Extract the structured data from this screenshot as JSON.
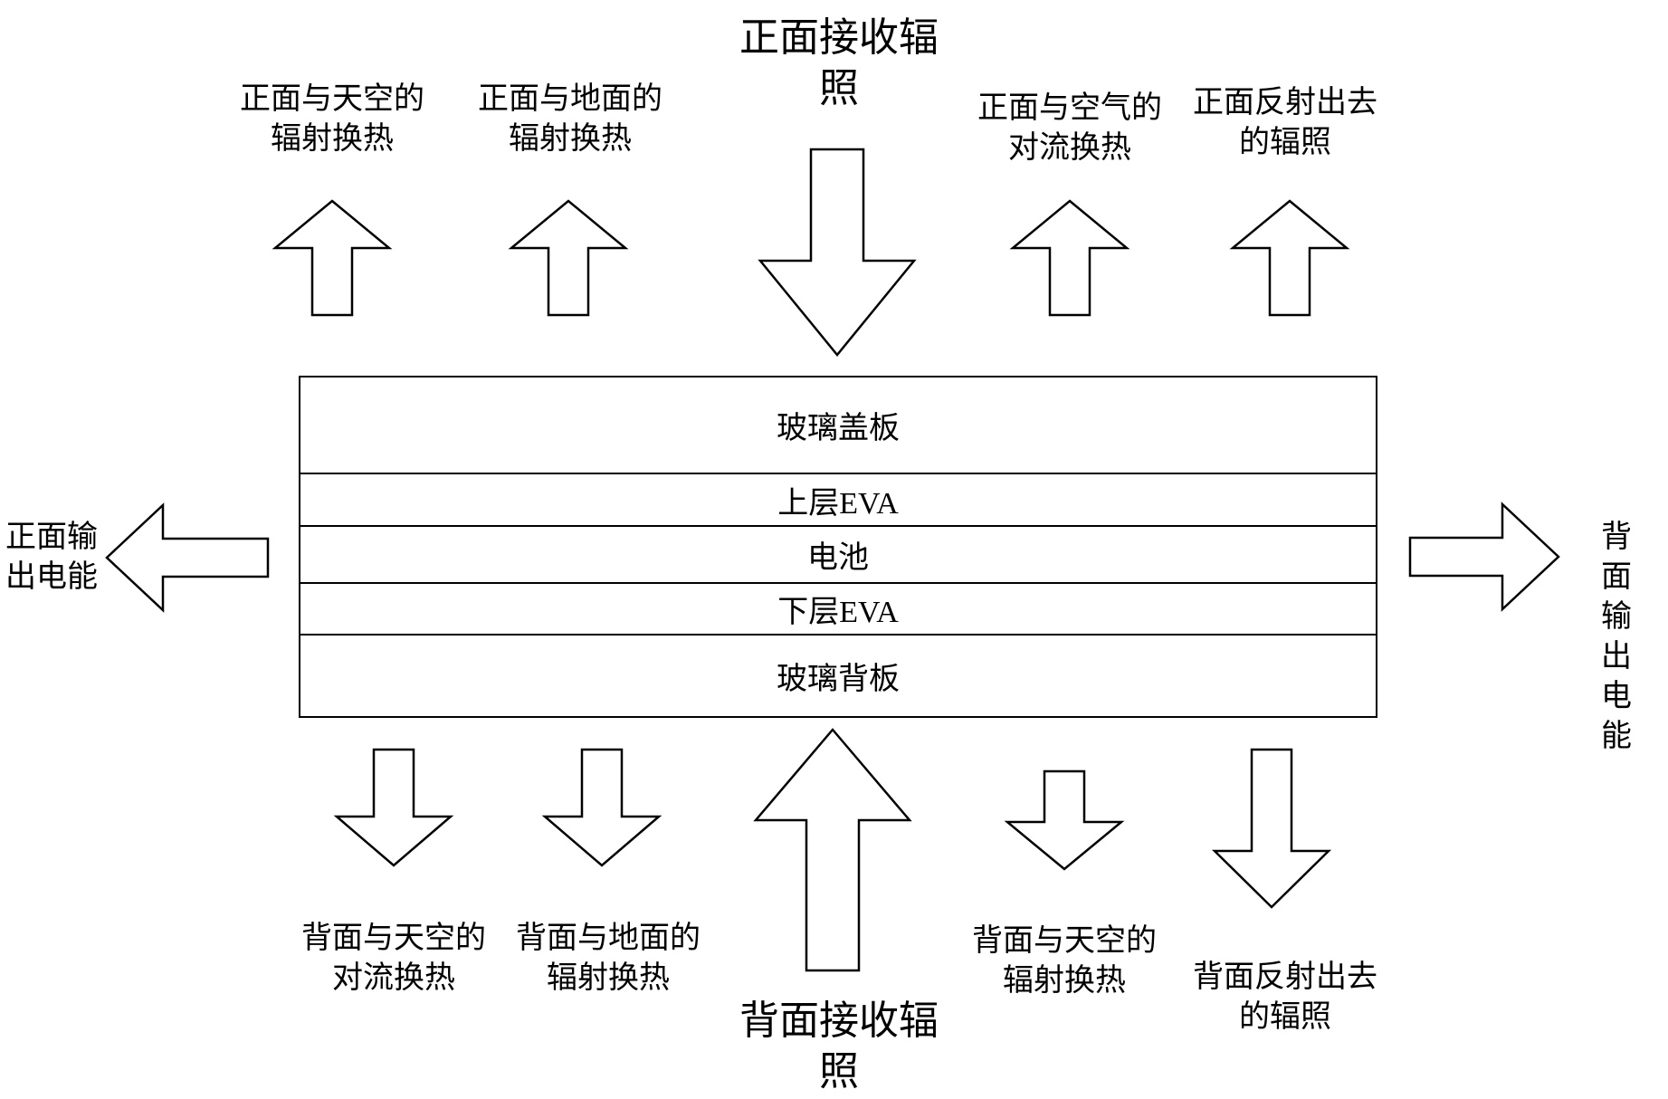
{
  "colors": {
    "background": "#ffffff",
    "line": "#000000",
    "text": "#000000"
  },
  "top": {
    "title": "正面接收辐\n照",
    "labels": [
      {
        "id": "front-sky-radiation",
        "text": "正面与天空的\n辐射换热"
      },
      {
        "id": "front-ground-radiation",
        "text": "正面与地面的\n辐射换热"
      },
      {
        "id": "front-air-convection",
        "text": "正面与空气的\n对流换热"
      },
      {
        "id": "front-reflection",
        "text": "正面反射出去\n的辐照"
      }
    ]
  },
  "panel_layers": [
    {
      "label": "玻璃盖板"
    },
    {
      "label": "上层EVA"
    },
    {
      "label": "电池"
    },
    {
      "label": "下层EVA"
    },
    {
      "label": "玻璃背板"
    }
  ],
  "left_output": {
    "text": "正面输\n出电能"
  },
  "right_output": {
    "text": "背面输\n出电能"
  },
  "bottom": {
    "title": "背面接收辐\n照",
    "labels": [
      {
        "id": "back-sky-convection",
        "text": "背面与天空的\n对流换热"
      },
      {
        "id": "back-ground-radiation",
        "text": "背面与地面的\n辐射换热"
      },
      {
        "id": "back-sky-radiation",
        "text": "背面与天空的\n辐射换热"
      },
      {
        "id": "back-reflection",
        "text": "背面反射出去\n的辐照"
      }
    ]
  },
  "arrows": {
    "front_irradiation": "large-down-block-arrow",
    "back_irradiation": "large-up-block-arrow",
    "front_heat_flows": "small-up-block-arrows",
    "back_heat_flows": "small-down-block-arrows",
    "front_power_output": "left-block-arrow",
    "back_power_output": "right-block-arrow"
  }
}
